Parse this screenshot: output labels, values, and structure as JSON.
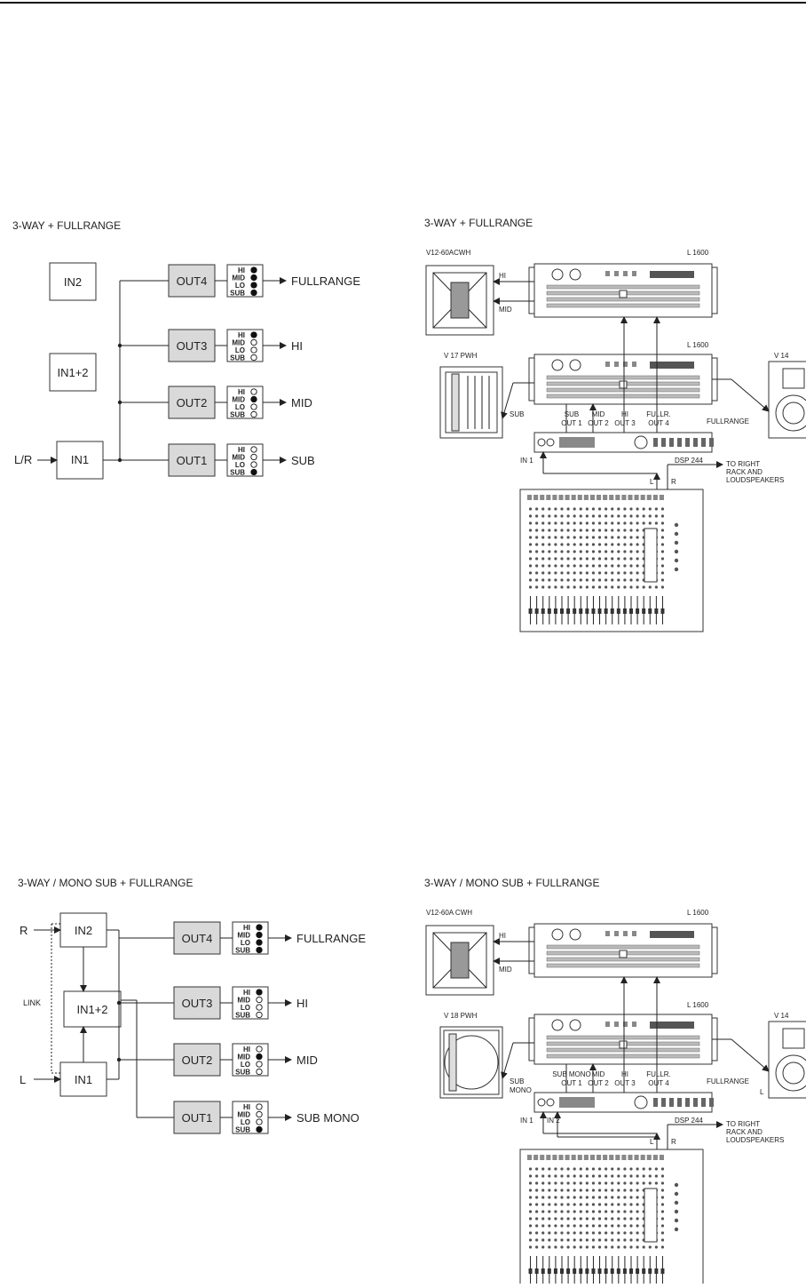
{
  "sections": [
    {
      "id": "s1",
      "left_title": "3-WAY + FULLRANGE",
      "right_title": "3-WAY + FULLRANGE",
      "inputs": {
        "in2": "IN2",
        "in12": "IN1+2",
        "in1": "IN1",
        "input_label": "L/R"
      },
      "outputs": [
        {
          "box": "OUT4",
          "label": "FULLRANGE",
          "bands": [
            1,
            1,
            1,
            1
          ]
        },
        {
          "box": "OUT3",
          "label": "HI",
          "bands": [
            1,
            0,
            0,
            0
          ]
        },
        {
          "box": "OUT2",
          "label": "MID",
          "bands": [
            0,
            1,
            0,
            0
          ]
        },
        {
          "box": "OUT1",
          "label": "SUB",
          "bands": [
            0,
            0,
            0,
            1
          ]
        }
      ],
      "band_names": [
        "HI",
        "MID",
        "LO",
        "SUB"
      ],
      "setup": {
        "speaker_top": "V12-60ACWH",
        "amp_top": "L 1600",
        "amp_mid": "L 1600",
        "speaker_left": "V 17 PWH",
        "speaker_right": "V 14",
        "hi": "HI",
        "mid": "MID",
        "sub": "SUB",
        "fullrange": "FULLRANGE",
        "out_labels": [
          [
            "SUB",
            "OUT 1"
          ],
          [
            "MID",
            "OUT 2"
          ],
          [
            "HI",
            "OUT 3"
          ],
          [
            "FULLR.",
            "OUT 4"
          ]
        ],
        "in_label": "IN 1",
        "dsp": "DSP 244",
        "to_right": [
          "TO RIGHT",
          "RACK AND",
          "LOUDSPEAKERS"
        ],
        "l": "L",
        "r": "R"
      }
    },
    {
      "id": "s2",
      "left_title": "3-WAY / MONO SUB + FULLRANGE",
      "right_title": "3-WAY / MONO SUB + FULLRANGE",
      "inputs": {
        "in2": "IN2",
        "in12": "IN1+2",
        "in1": "IN1",
        "r_label": "R",
        "l_label": "L",
        "link": "LINK"
      },
      "outputs": [
        {
          "box": "OUT4",
          "label": "FULLRANGE",
          "bands": [
            1,
            1,
            1,
            1
          ]
        },
        {
          "box": "OUT3",
          "label": "HI",
          "bands": [
            1,
            0,
            0,
            0
          ]
        },
        {
          "box": "OUT2",
          "label": "MID",
          "bands": [
            0,
            1,
            0,
            0
          ]
        },
        {
          "box": "OUT1",
          "label": "SUB MONO",
          "bands": [
            0,
            0,
            0,
            1
          ]
        }
      ],
      "band_names": [
        "HI",
        "MID",
        "LO",
        "SUB"
      ],
      "setup": {
        "speaker_top": "V12-60A CWH",
        "amp_top": "L 1600",
        "amp_mid": "L 1600",
        "speaker_left": "V 18 PWH",
        "speaker_right": "V 14",
        "hi": "HI",
        "mid": "MID",
        "sub_mono": [
          "SUB",
          "MONO"
        ],
        "fullrange": "FULLRANGE",
        "fullrange_l": "L",
        "out_labels": [
          [
            "SUB MONO",
            "OUT 1"
          ],
          [
            "MID",
            "OUT 2"
          ],
          [
            "HI",
            "OUT 3"
          ],
          [
            "FULLR.",
            "OUT 4"
          ]
        ],
        "in_labels": [
          "IN 1",
          "IN 2"
        ],
        "dsp": "DSP 244",
        "to_right": [
          "TO RIGHT",
          "RACK AND",
          "LOUDSPEAKERS"
        ],
        "l": "L",
        "r": "R"
      }
    }
  ]
}
